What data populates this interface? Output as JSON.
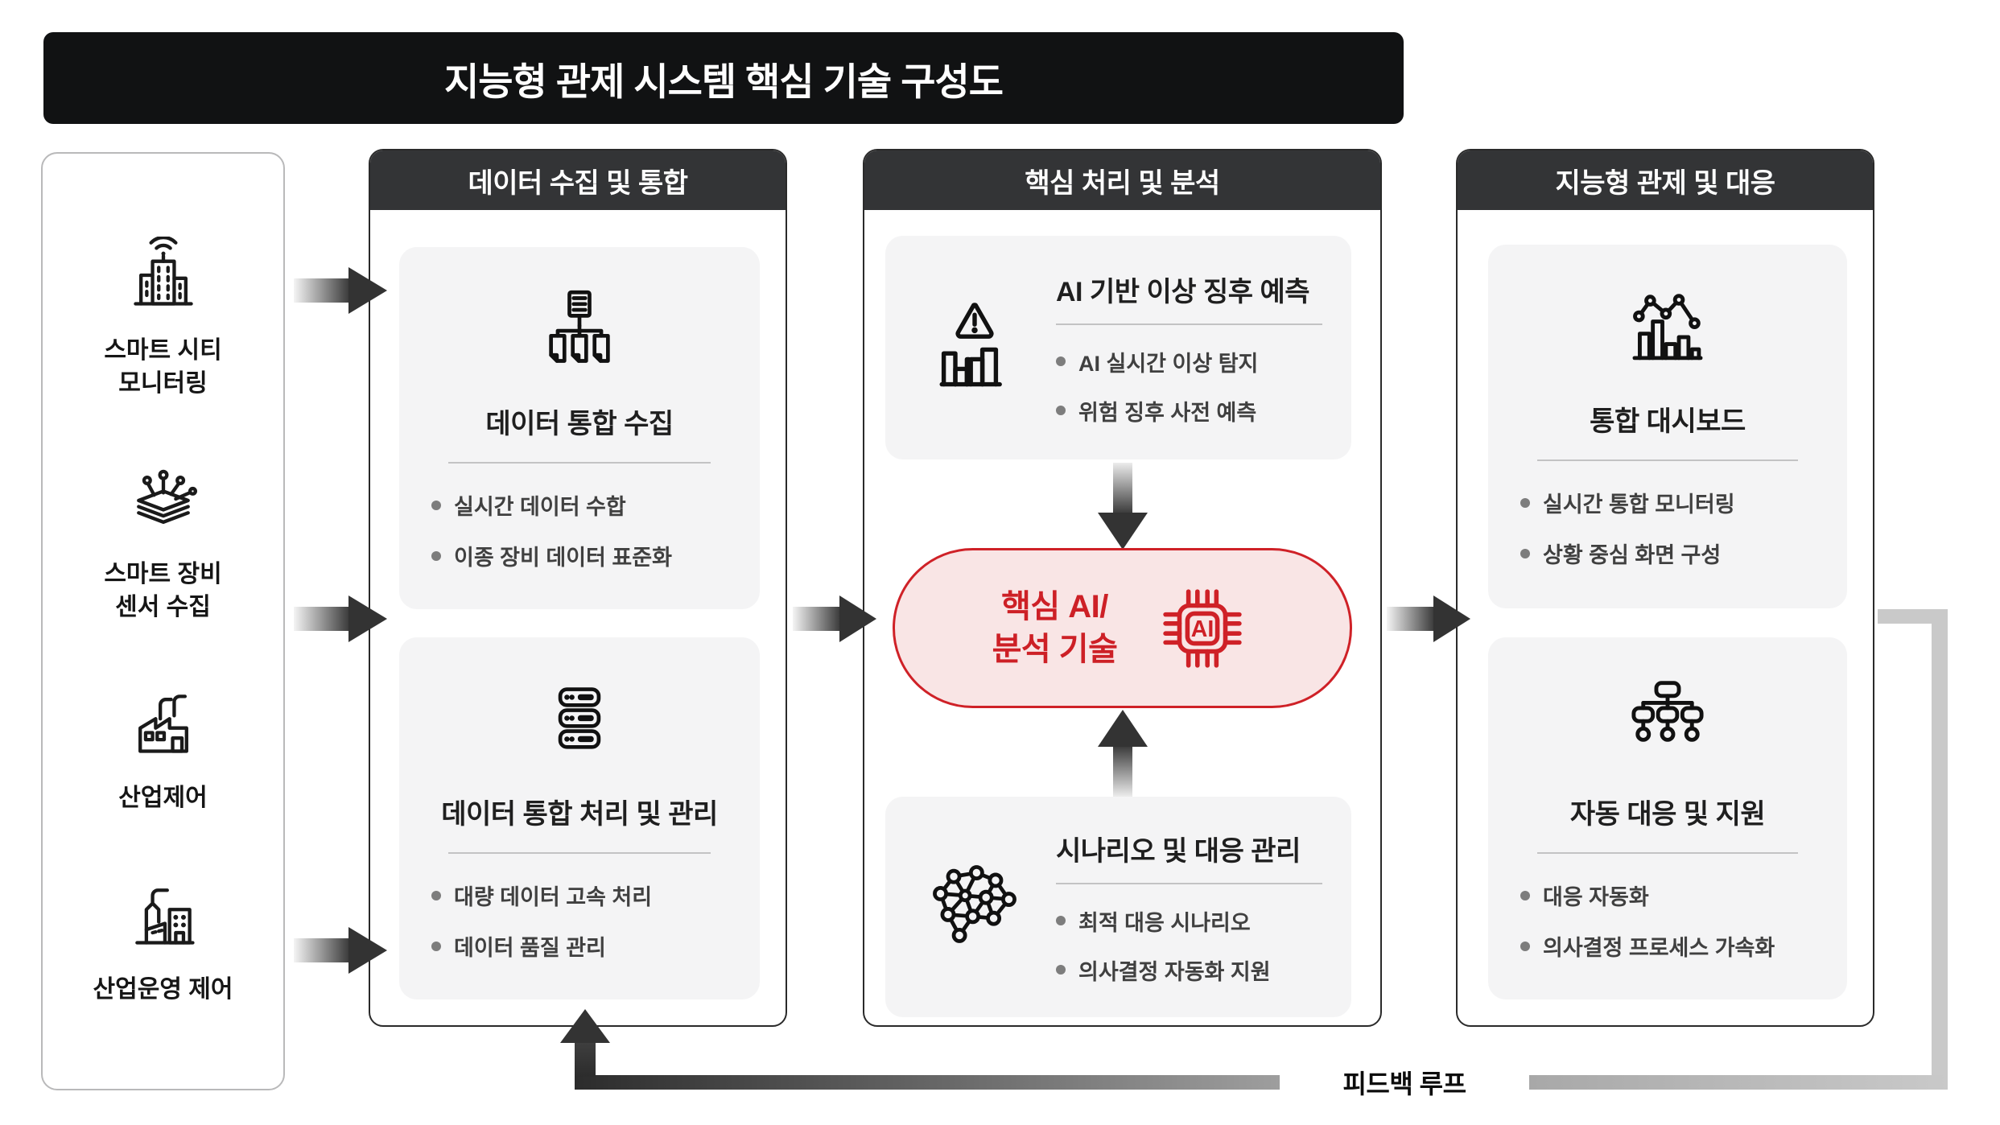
{
  "title": "지능형 관제 시스템 핵심 기술 구성도",
  "sources": {
    "items": [
      {
        "icon": "smart-city-icon",
        "lines": [
          "스마트 시티",
          "모니터링"
        ]
      },
      {
        "icon": "sensor-layers-icon",
        "lines": [
          "스마트 장비",
          "센서 수집"
        ]
      },
      {
        "icon": "factory-icon",
        "lines": [
          "산업제어"
        ]
      },
      {
        "icon": "industrial-plant-icon",
        "lines": [
          "산업운영 제어"
        ]
      }
    ]
  },
  "columns": [
    {
      "header": "데이터 수집 및 통합",
      "cards": [
        {
          "icon": "data-collect-icon",
          "title": "데이터 통합 수집",
          "bullets": [
            "실시간 데이터 수합",
            "이종 장비 데이터 표준화"
          ]
        },
        {
          "icon": "server-stack-icon",
          "title": "데이터 통합 처리 및 관리",
          "bullets": [
            "대량 데이터 고속 처리",
            "데이터 품질 관리"
          ]
        }
      ]
    },
    {
      "header": "핵심 처리 및 분석",
      "cards": [
        {
          "icon": "anomaly-chart-icon",
          "title": "AI 기반 이상 징후 예측",
          "bullets": [
            "AI 실시간 이상 탐지",
            "위험 징후 사전 예측"
          ]
        },
        {
          "icon": "scenario-network-icon",
          "title": "시나리오 및 대응 관리",
          "bullets": [
            "최적 대응 시나리오",
            "의사결정 자동화 지원"
          ]
        }
      ],
      "core": {
        "line1": "핵심 AI/",
        "line2": "분석 기술",
        "chip_label": "AI"
      }
    },
    {
      "header": "지능형 관제 및 대응",
      "cards": [
        {
          "icon": "dashboard-chart-icon",
          "title": "통합 대시보드",
          "bullets": [
            "실시간 통합 모니터링",
            "상황 중심 화면 구성"
          ]
        },
        {
          "icon": "org-chart-icon",
          "title": "자동 대응 및 지원",
          "bullets": [
            "대응 자동화",
            "의사결정 프로세스 가속화"
          ]
        }
      ]
    }
  ],
  "feedback": {
    "label": "피드백 루프"
  },
  "colors": {
    "banner": "#111213",
    "column_header": "#333436",
    "accent_red": "#cf2127",
    "pill_bg": "#f9e5e5",
    "card_bg": "#f4f4f5"
  }
}
